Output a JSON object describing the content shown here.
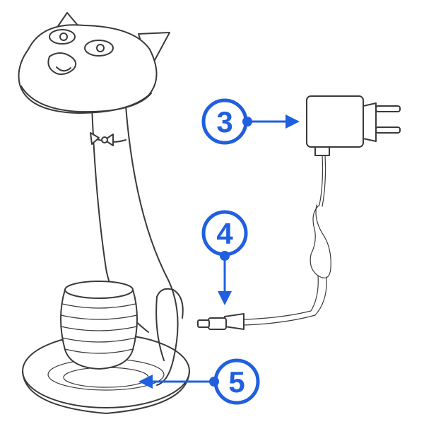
{
  "diagram": {
    "callouts": [
      {
        "id": "adapter",
        "label": "3",
        "icon": "power-adapter-icon"
      },
      {
        "id": "plug-connector",
        "label": "4",
        "icon": "dc-plug-icon"
      },
      {
        "id": "base-socket",
        "label": "5",
        "icon": "base-socket-icon"
      }
    ]
  },
  "colors": {
    "callout": "#1f5fe0",
    "linework": "#3a3a3a",
    "background": "#ffffff"
  }
}
